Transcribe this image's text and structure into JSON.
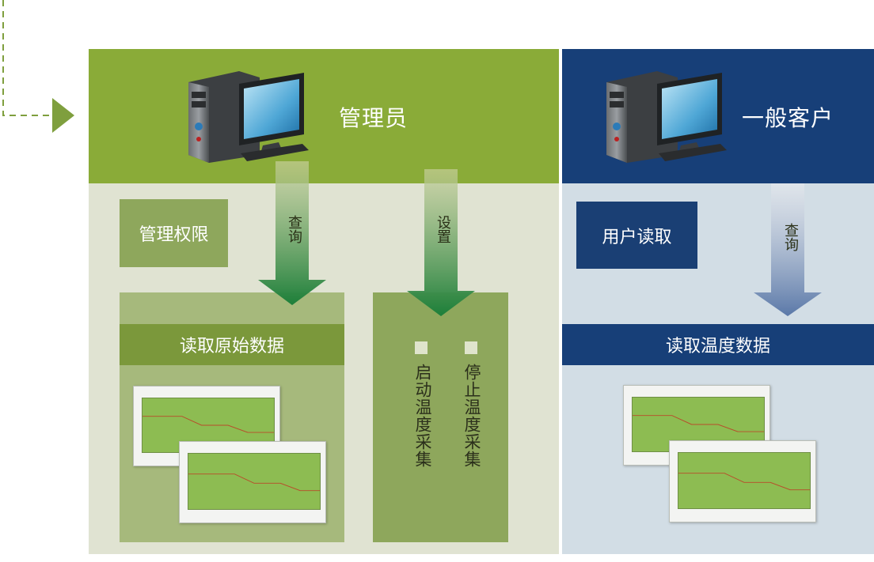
{
  "admin": {
    "title": "管理员",
    "permission_label": "管理权限",
    "query_label": "查询",
    "set_label": "设置",
    "raw_data_label": "读取原始数据",
    "start_collect_label": "启动温度采集",
    "stop_collect_label": "停止温度采集"
  },
  "user": {
    "title": "一般客户",
    "read_label": "用户读取",
    "query_label": "查询",
    "temp_data_label": "读取温度数据"
  },
  "colors": {
    "admin_green": "#8aab38",
    "admin_light": "#e0e3d2",
    "user_navy": "#173f78",
    "user_light": "#d2dde5",
    "arrow_green": "#1d7f3a",
    "arrow_blue": "#5a78a8"
  }
}
